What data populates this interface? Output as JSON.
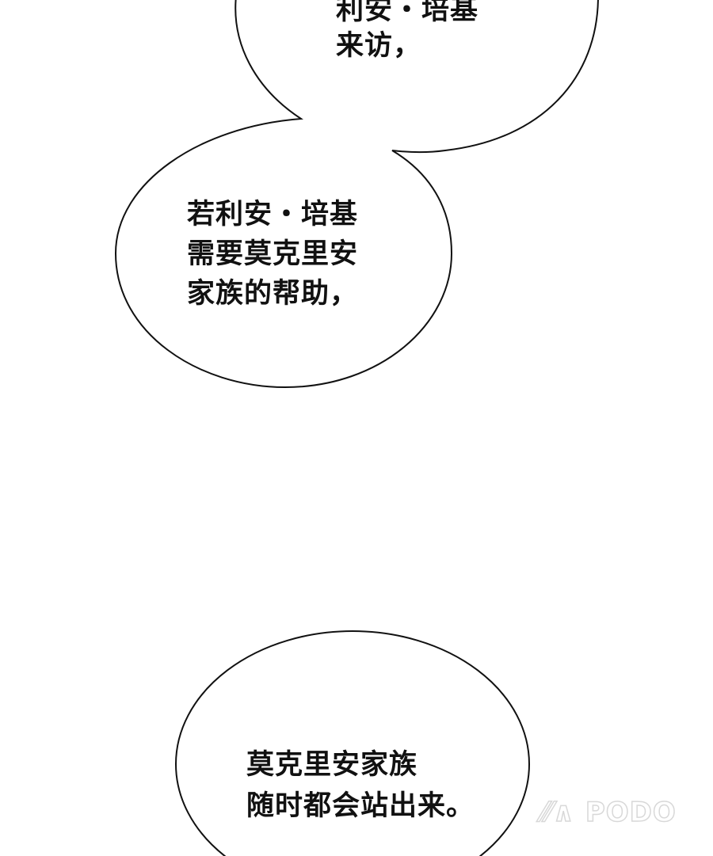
{
  "bubbles": [
    {
      "lines": [
        "利安・培基",
        "来访，"
      ]
    },
    {
      "lines": [
        "若利安・培基",
        "需要莫克里安",
        "家族的帮助，"
      ]
    },
    {
      "lines": [
        "莫克里安家族",
        "随时都会站出来。"
      ]
    }
  ],
  "watermark": "PODO",
  "colors": {
    "outline": "#111111",
    "background": "#ffffff",
    "watermark": "#d8d8d8"
  }
}
